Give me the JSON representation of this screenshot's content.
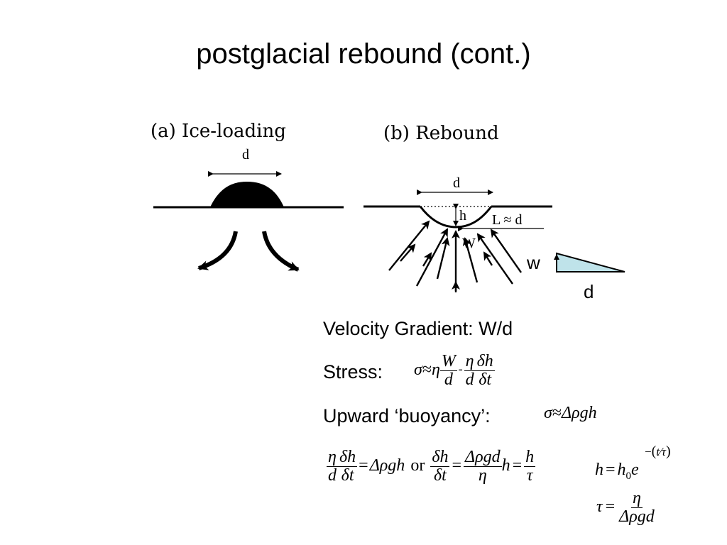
{
  "slide": {
    "title": "postglacial rebound (cont.)"
  },
  "figure": {
    "panel_a_label": "(a) Ice-loading",
    "panel_b_label": "(b) Rebound",
    "panel_a_width_label": "d",
    "panel_b_width_label": "d",
    "panel_b_depth_label": "h",
    "panel_b_length_label": "L ≈ d",
    "panel_b_velocity_label": "W"
  },
  "triangle_sketch": {
    "height_label": "w",
    "base_label": "d",
    "fill_color": "#bfe3ea"
  },
  "text": {
    "velocity_gradient": "Velocity Gradient: W/d",
    "stress": "Stress:",
    "upward_buoyancy": "Upward ‘buoyancy’:"
  },
  "math": {
    "sigma": "σ",
    "approx": "≈",
    "eta": "η",
    "W": "W",
    "d": "d",
    "small_equals": "=",
    "delta_h": "δh",
    "delta_t": "δt",
    "delta_rho_gh": "Δρgh",
    "delta_rho_gd": "Δρgd",
    "or": "or",
    "equals": "=",
    "h": "h",
    "tau": "τ",
    "h0": "h",
    "h0_sub": "0",
    "e": "e",
    "exponent_minus": "−",
    "exponent_t": "t",
    "exponent_slash": "⁄",
    "exponent_tau": "τ"
  }
}
